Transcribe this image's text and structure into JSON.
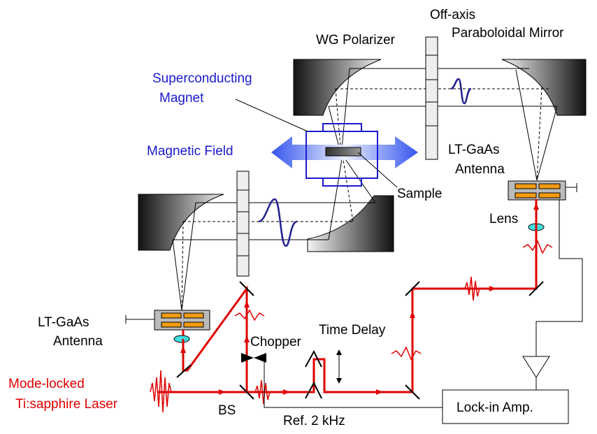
{
  "labels": {
    "off_axis": "Off-axis",
    "paraboloidal_mirror": "Paraboloidal Mirror",
    "wg_polarizer": "WG Polarizer",
    "superconducting": "Superconducting",
    "magnet": "Magnet",
    "magnetic_field": "Magnetic Field",
    "lt_gaas_right_1": "LT-GaAs",
    "lt_gaas_right_2": "Antenna",
    "sample": "Sample",
    "lens": "Lens",
    "lt_gaas_left_1": "LT-GaAs",
    "lt_gaas_left_2": "Antenna",
    "chopper": "Chopper",
    "time_delay": "Time Delay",
    "mode_locked": "Mode-locked",
    "ti_sapphire": "Ti:sapphire Laser",
    "bs": "BS",
    "ref": "Ref. 2 kHz",
    "lockin": "Lock-in Amp."
  },
  "colors": {
    "laser": "#e00000",
    "magnet": "#1a1ad0",
    "antenna_pad": "#f39c12",
    "lens": "#40e0e0"
  }
}
